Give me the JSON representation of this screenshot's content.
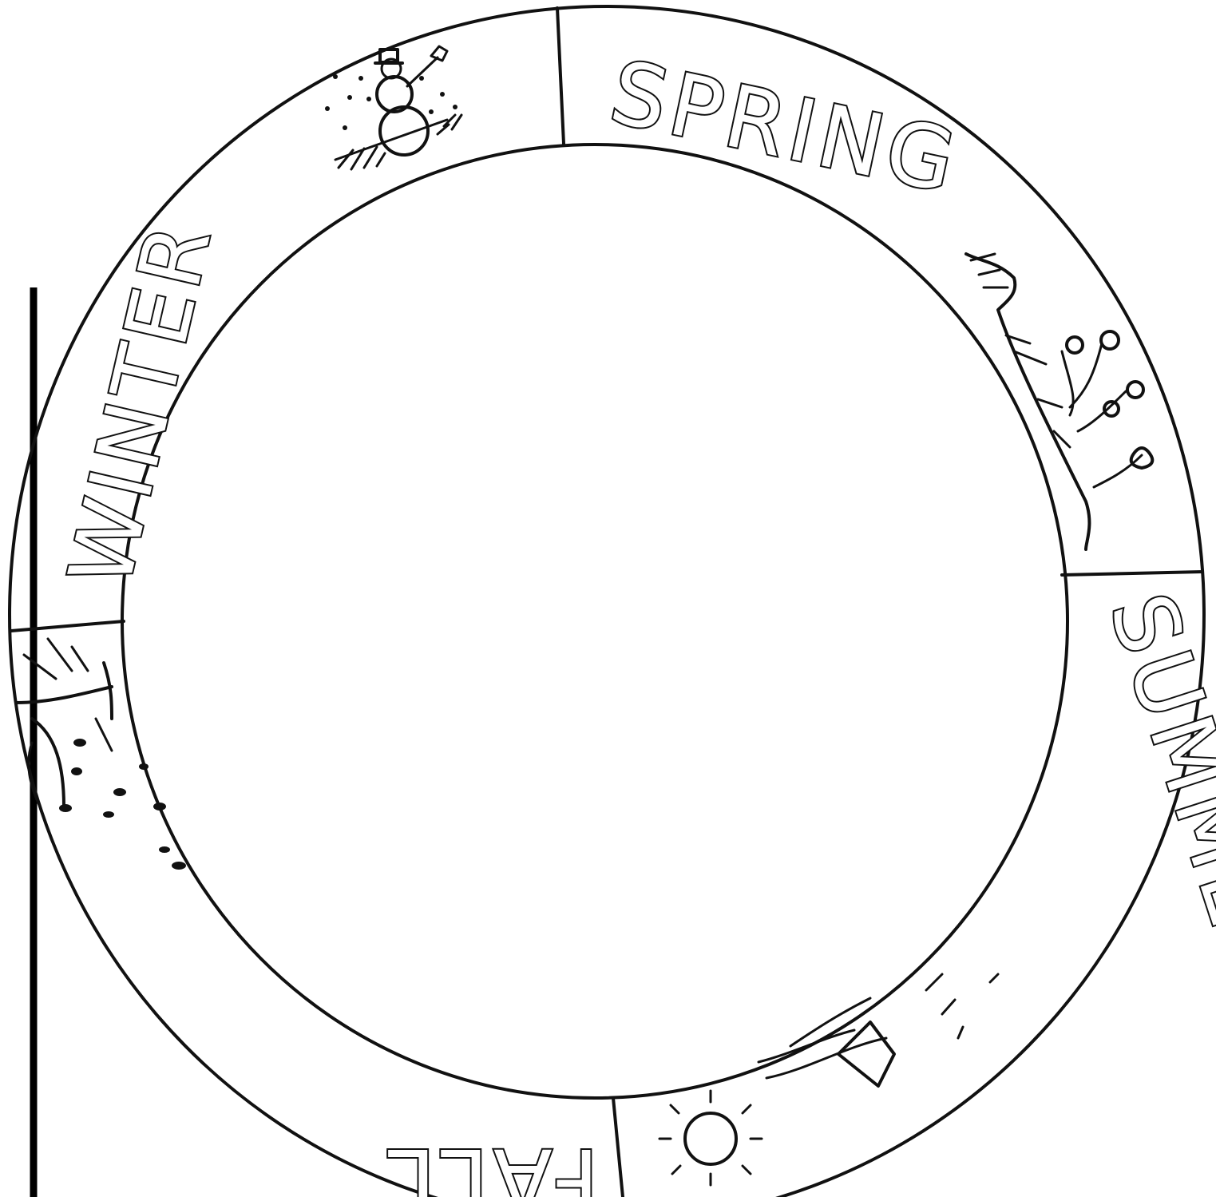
{
  "wheel": {
    "seasons": [
      {
        "key": "spring",
        "label": "SPRING",
        "illustration": "flowers-icon"
      },
      {
        "key": "summer",
        "label": "SUMMER",
        "illustration": "sun-icon"
      },
      {
        "key": "fall",
        "label": "FALL",
        "illustration": "falling-leaves-tree-icon"
      },
      {
        "key": "winter",
        "label": "WINTER",
        "illustration": "snowman-icon"
      }
    ],
    "ink_color": "#111111",
    "paper_color": "#ffffff"
  }
}
